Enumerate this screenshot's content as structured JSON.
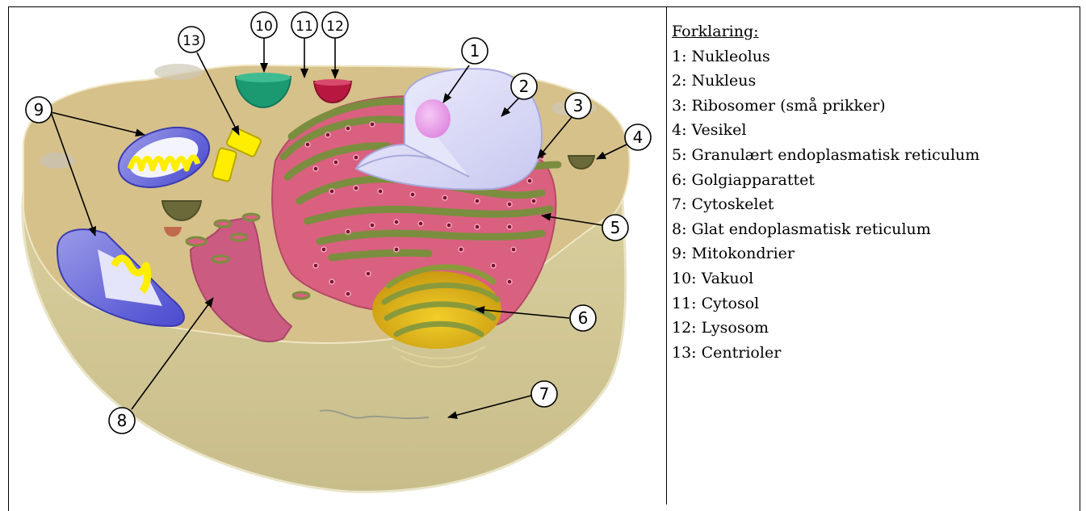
{
  "legend": {
    "title": "Forklaring:",
    "items": [
      "1: Nukleolus",
      "2: Nukleus",
      "3: Ribosomer (små prikker)",
      "4: Vesikel",
      "5: Granulært endoplasmatisk reticulum",
      "6: Golgiapparattet",
      "7: Cytoskelet",
      "8: Glat endoplasmatisk reticulum",
      "9: Mitokondrier",
      "10: Vakuol",
      "11: Cytosol",
      "12: Lysosom",
      "13: Centrioler"
    ]
  },
  "callouts": [
    "1",
    "2",
    "3",
    "4",
    "5",
    "6",
    "7",
    "8",
    "9",
    "10",
    "11",
    "12",
    "13"
  ],
  "colors": {
    "cytoplasm": "#d7c18a",
    "cell_wall_side": "#cfc79a",
    "rough_er": "#d9607f",
    "er_membrane": "#7b8e3f",
    "nucleus": "#dcdcf7",
    "nucleolus": "#f0a0ec",
    "vacuole": "#1b9a72",
    "lysosome": "#b8183f",
    "mitochondria": "#6e6ed8",
    "centriole": "#ffee00",
    "golgi": "#e2b620"
  }
}
